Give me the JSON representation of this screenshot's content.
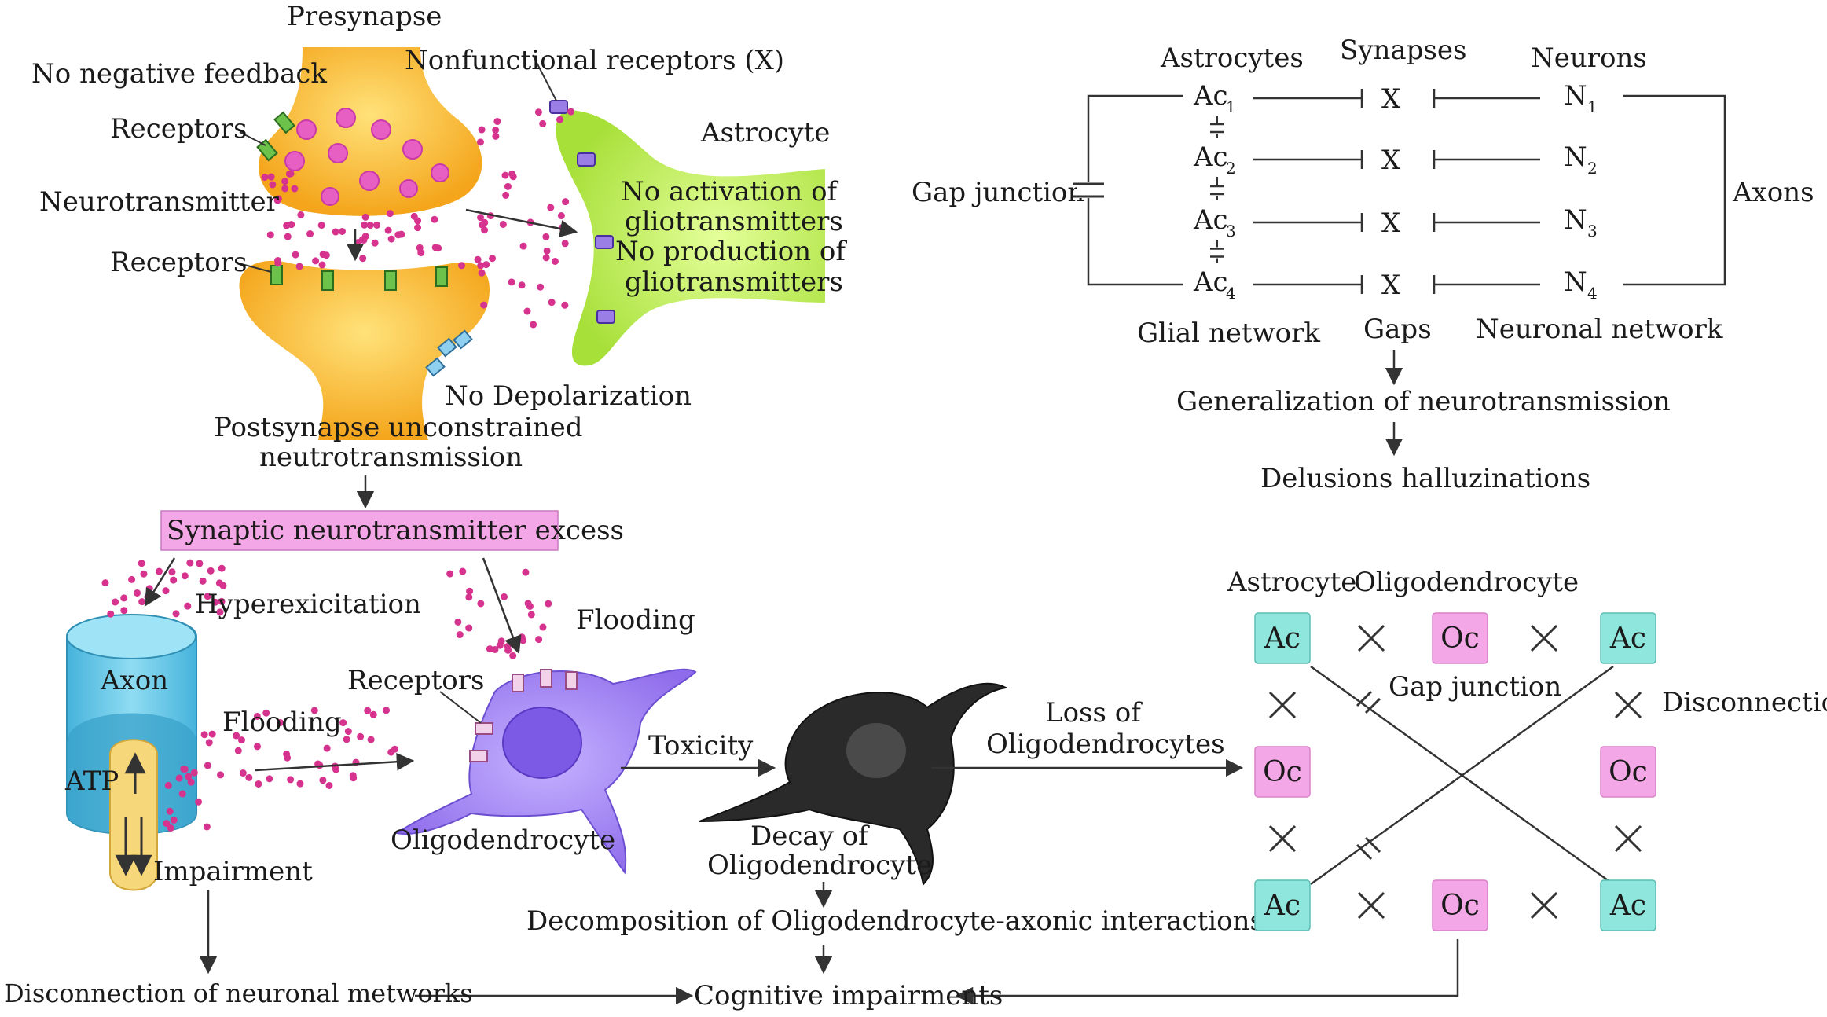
{
  "synapse": {
    "presynapse": "Presynapse",
    "no_negative_feedback": "No negative feedback",
    "nonfunctional_receptors": "Nonfunctional receptors (X)",
    "receptors_top": "Receptors",
    "astrocyte": "Astrocyte",
    "neurotransmitter": "Neurotransmitter",
    "no_activation_1": "No activation of",
    "no_activation_2": "gliotransmitters",
    "no_production_1": "No production of",
    "no_production_2": "gliotransmitters",
    "receptors_bottom": "Receptors",
    "no_depolarization": "No Depolarization",
    "postsynapse_1": "Postsynapse unconstrained",
    "postsynapse_2": "neutrotransmission",
    "excess": "Synaptic neurotransmitter excess"
  },
  "network": {
    "astrocytes": "Astrocytes",
    "synapses": "Synapses",
    "neurons": "Neurons",
    "gap_junction": "Gap junction",
    "axons": "Axons",
    "ac_main": "Ac",
    "n_main": "N",
    "x_mark": "X",
    "subs": [
      "1",
      "2",
      "3",
      "4"
    ],
    "glial_network": "Glial network",
    "gaps": "Gaps",
    "neuronal_network": "Neuronal network",
    "generalization": "Generalization of neurotransmission",
    "delusions": "Delusions halluzinations"
  },
  "axon": {
    "hyperexcitation": "Hyperexicitation",
    "axon": "Axon",
    "atp": "ATP",
    "flooding_left": "Flooding",
    "impairment": "Impairment",
    "flooding_right": "Flooding",
    "receptors": "Receptors",
    "oligodendrocyte": "Oligodendrocyte",
    "toxicity": "Toxicity",
    "decay_1": "Decay of",
    "decay_2": "Oligodendrocyte",
    "loss_1": "Loss of",
    "loss_2": "Oligodendrocytes",
    "decomposition": "Decomposition of Oligodendrocyte-axonic interactions",
    "disconnection_networks": "Disconnection of neuronal metworks",
    "cognitive": "Cognitive impairments"
  },
  "grid": {
    "astrocyte": "Astrocyte",
    "oligodendrocyte": "Oligodendrocyte",
    "gap_junction": "Gap junction",
    "disconnection": "Disconnection",
    "ac": "Ac",
    "oc": "Oc"
  },
  "colors": {
    "yellow": "#f9b92a",
    "green": "#c6ef5a",
    "purple": "#9d7ff0",
    "pink_dot": "#d6338f",
    "box_pink": "#f4a7e6",
    "box_cyan": "#8fe6dd",
    "axon_blue": "#5cc4e4"
  }
}
